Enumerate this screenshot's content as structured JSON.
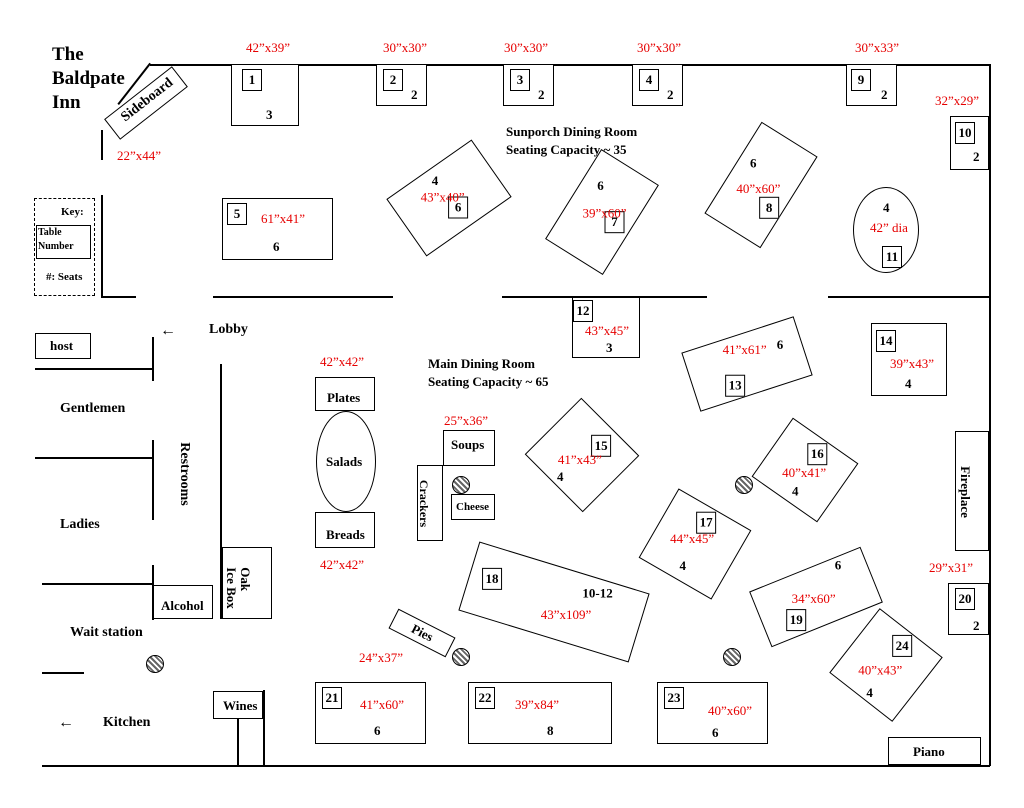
{
  "title": {
    "line1": "The",
    "line2": "Baldpate",
    "line3": "Inn"
  },
  "rooms": {
    "sunporch": {
      "name": "Sunporch Dining Room",
      "capacity": "Seating Capacity ~ 35"
    },
    "main": {
      "name": "Main Dining Room",
      "capacity": "Seating Capacity ~ 65"
    }
  },
  "key": {
    "title": "Key:",
    "table_number": "Table Number",
    "seats": "#: Seats"
  },
  "labels": {
    "sideboard": "Sideboard",
    "sideboard_size": "22”x44”",
    "lobby": "Lobby",
    "host": "host",
    "gentlemen": "Gentlemen",
    "restrooms": "Restrooms",
    "ladies": "Ladies",
    "alcohol": "Alcohol",
    "oak_ice_box": "Oak\nIce Box",
    "wait_station": "Wait station",
    "kitchen": "Kitchen",
    "wines": "Wines",
    "plates": "Plates",
    "salads": "Salads",
    "breads": "Breads",
    "plates_size": "42”x42”",
    "breads_size": "42”x42”",
    "soups": "Soups",
    "soups_size": "25”x36”",
    "crackers": "Crackers",
    "cheese": "Cheese",
    "pies": "Pies",
    "pies_size": "24”x37”",
    "fireplace": "Fireplace",
    "piano": "Piano"
  },
  "tables": [
    {
      "n": "1",
      "seats": "3",
      "size": "42”x39”"
    },
    {
      "n": "2",
      "seats": "2",
      "size": "30”x30”"
    },
    {
      "n": "3",
      "seats": "2",
      "size": "30”x30”"
    },
    {
      "n": "4",
      "seats": "2",
      "size": "30”x30”"
    },
    {
      "n": "5",
      "seats": "6",
      "size": "61”x41”"
    },
    {
      "n": "6",
      "seats": "4",
      "size": "43”x40”"
    },
    {
      "n": "7",
      "seats": "6",
      "size": "39”x60”"
    },
    {
      "n": "8",
      "seats": "6",
      "size": "40”x60”"
    },
    {
      "n": "9",
      "seats": "2",
      "size": "30”x33”"
    },
    {
      "n": "10",
      "seats": "2",
      "size": "32”x29”"
    },
    {
      "n": "11",
      "seats": "4",
      "size": "42” dia"
    },
    {
      "n": "12",
      "seats": "3",
      "size": "43”x45”"
    },
    {
      "n": "13",
      "seats": "6",
      "size": "41”x61”"
    },
    {
      "n": "14",
      "seats": "4",
      "size": "39”x43”"
    },
    {
      "n": "15",
      "seats": "4",
      "size": "41”x43”"
    },
    {
      "n": "16",
      "seats": "4",
      "size": "40”x41”"
    },
    {
      "n": "17",
      "seats": "4",
      "size": "44”x45”"
    },
    {
      "n": "18",
      "seats": "10-12",
      "size": "43”x109”"
    },
    {
      "n": "19",
      "seats": "6",
      "size": "34”x60”"
    },
    {
      "n": "20",
      "seats": "2",
      "size": "29”x31”"
    },
    {
      "n": "21",
      "seats": "6",
      "size": "41”x60”"
    },
    {
      "n": "22",
      "seats": "8",
      "size": "39”x84”"
    },
    {
      "n": "23",
      "seats": "6",
      "size": "40”x60”"
    },
    {
      "n": "24",
      "seats": "4",
      "size": "40”x43”"
    }
  ]
}
